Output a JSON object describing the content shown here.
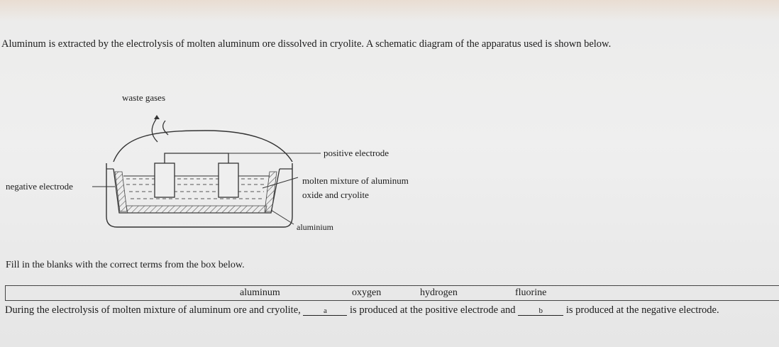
{
  "intro_text": "Aluminum is extracted by the electrolysis of molten aluminum ore dissolved in cryolite. A schematic diagram of the apparatus used is shown below.",
  "diagram": {
    "waste_gases": "waste gases",
    "positive_electrode": "positive electrode",
    "molten_mixture_line1": "molten mixture of aluminum",
    "molten_mixture_line2": "oxide and cryolite",
    "negative_electrode": "negative electrode",
    "aluminium": "aluminium"
  },
  "instructions": "Fill in the blanks with the correct terms from the box below.",
  "word_box": {
    "words": [
      "aluminum",
      "oxygen",
      "hydrogen",
      "fluorine"
    ]
  },
  "question": {
    "part1": "During the electrolysis of molten mixture of aluminum ore and cryolite,",
    "blank_a": "a",
    "part2": "is produced at the positive electrode and",
    "blank_b": "b",
    "part3": "is produced at the negative electrode."
  }
}
